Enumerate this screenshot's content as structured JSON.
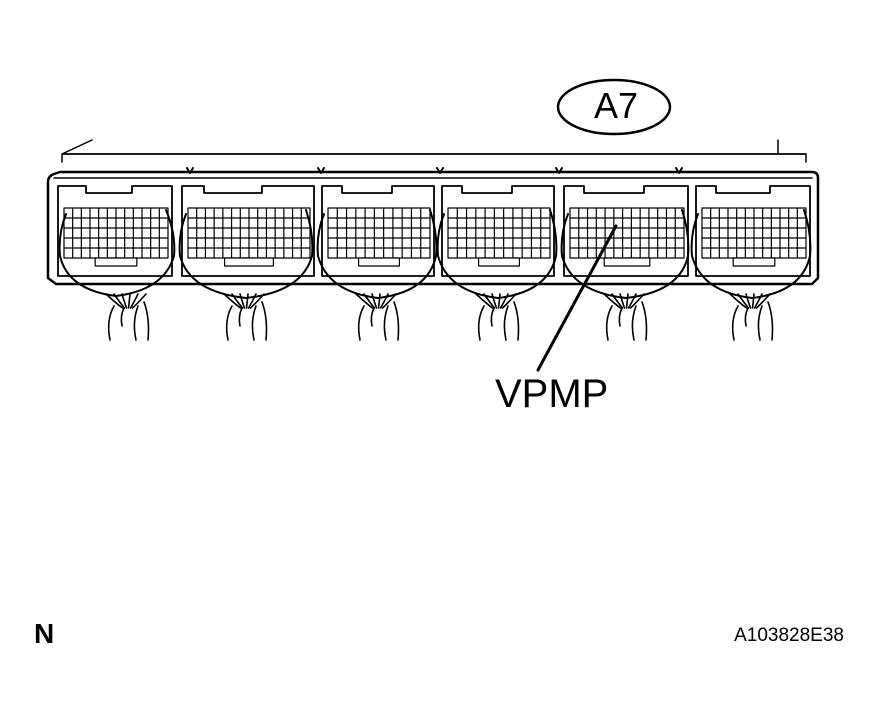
{
  "diagram": {
    "connector_id": "A7",
    "pin_callout": "VPMP",
    "view_code": "N",
    "figure_id": "A103828E38",
    "connector_sections": 6,
    "colors": {
      "line": "#000000",
      "background": "#ffffff"
    }
  }
}
